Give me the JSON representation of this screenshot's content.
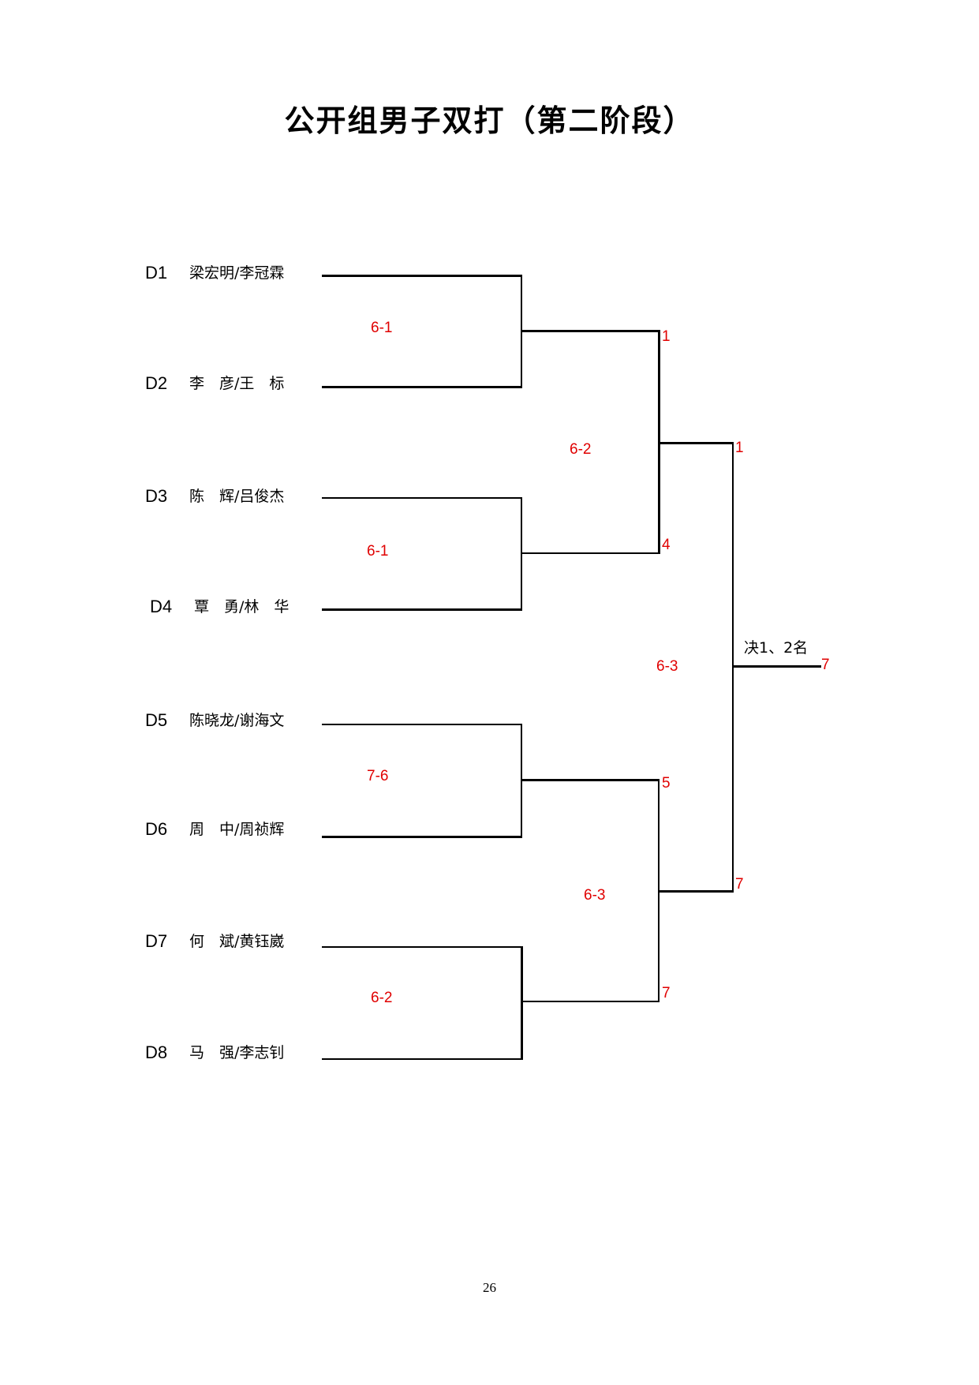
{
  "title": "公开组男子双打（第二阶段）",
  "entries": [
    {
      "seed": "D1",
      "name": "梁宏明/李冠霖"
    },
    {
      "seed": "D2",
      "name": "李　彦/王　标"
    },
    {
      "seed": "D3",
      "name": "陈　辉/吕俊杰"
    },
    {
      "seed": "D4",
      "name": "覃　勇/林　华"
    },
    {
      "seed": "D5",
      "name": "陈晓龙/谢海文"
    },
    {
      "seed": "D6",
      "name": "周　中/周祯辉"
    },
    {
      "seed": "D7",
      "name": "何　斌/黄钰崴"
    },
    {
      "seed": "D8",
      "name": "马　强/李志钊"
    }
  ],
  "round1_scores": [
    "6-1",
    "6-1",
    "7-6",
    "6-2"
  ],
  "round1_winners": [
    "1",
    "4",
    "5",
    "7"
  ],
  "round2_scores": [
    "6-2",
    "6-3"
  ],
  "round2_winners": [
    "1",
    "7"
  ],
  "final": {
    "label": "决1、2名",
    "score": "6-3",
    "winner": "7"
  },
  "page_number": "26",
  "colors": {
    "score": "#e00000",
    "line": "#000000"
  }
}
